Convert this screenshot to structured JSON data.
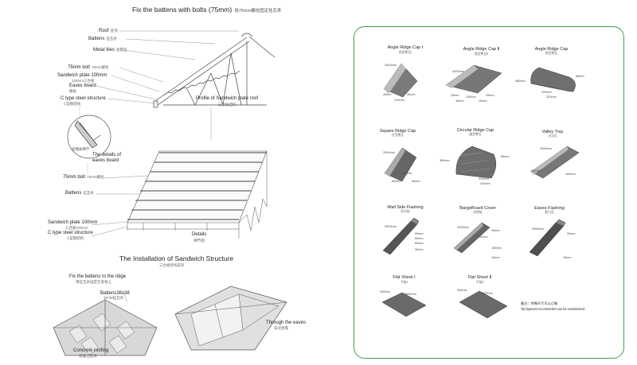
{
  "left": {
    "title": "Fix the battens with bolts (75mm)",
    "title_cn": "用75mm螺栓固定挂瓦条",
    "top_labels": [
      {
        "en": "Roof",
        "cn": "屋顶"
      },
      {
        "en": "Battens",
        "cn": "挂瓦条"
      },
      {
        "en": "Metal tiles",
        "cn": "金属瓦"
      },
      {
        "en": "75mm bolt",
        "cn": "75mm螺栓"
      },
      {
        "en": "Sandwich plate 100mm",
        "cn": "100mm三合板"
      },
      {
        "en": "Eaves board",
        "cn": "檐板"
      },
      {
        "en": "C type steel structure",
        "cn": "C型钢结构"
      }
    ],
    "profile_label": "Profile of Sandwich plate roof",
    "profile_label_cn": "三合板结构",
    "detail_cn": "屋檐板细节",
    "detail_label": "The details of eaves board",
    "mid_labels": [
      {
        "en": "75mm bolt",
        "cn": "75mm螺栓"
      },
      {
        "en": "Battens",
        "cn": "挂瓦条"
      },
      {
        "en": "Sandwich plate 100mm",
        "cn": "三合板100mm"
      },
      {
        "en": "C type steel structure",
        "cn": "C型钢结构"
      }
    ],
    "details_label": "Details",
    "details_cn": "细节图",
    "install_title": "The Installation of Sandwich Structure",
    "install_cn": "三合板结构安装",
    "ridge_label": "Fix the battens to the ridge",
    "ridge_cn": "用挂瓦条固定在屋脊上",
    "battens_size": "Battens38x38",
    "battens_size_cn": "38*38挂瓦条",
    "concrete_label": "Concrete roofing",
    "concrete_cn": "混凝土屋顶",
    "eaves_label": "Through the eaves",
    "eaves_cn": "穿过屋檐"
  },
  "products": [
    {
      "en": "Angle Ridge Cap Ⅰ",
      "cn": "角型脊瓦Ⅰ",
      "dims": [
        "2000mm",
        "40mm",
        "40mm",
        "120mm"
      ]
    },
    {
      "en": "Angle Ridge Cap Ⅱ",
      "cn": "角型脊瓦Ⅱ",
      "dims": [
        "2000mm",
        "25mm",
        "130mm",
        "25mm",
        "10mm",
        "10mm"
      ]
    },
    {
      "en": "Angle Ridge Cap",
      "cn": "角型脊瓦",
      "dims": [
        "380mm",
        "60mm",
        "420mm",
        "320mm"
      ]
    },
    {
      "en": "Square Ridge Cap",
      "cn": "方型脊瓦",
      "dims": [
        "2000mm",
        "60mm",
        "60mm",
        "60mm"
      ]
    },
    {
      "en": "Circular Ridge Cap",
      "cn": "圆型脊瓦",
      "dims": [
        "380mm",
        "65mm",
        "320mm",
        "420mm"
      ]
    },
    {
      "en": "Valley Tray",
      "cn": "天沟瓦",
      "dims": [
        "2000mm",
        "150mm",
        "100mm"
      ]
    },
    {
      "en": "Wall Side Flashing",
      "cn": "挡水板",
      "dims": [
        "2000mm",
        "50mm",
        "60mm",
        "80mm",
        "30mm"
      ]
    },
    {
      "en": "BargeBoard Cover",
      "cn": "封檐板",
      "dims": [
        "2000mm",
        "40mm",
        "20mm",
        "150mm",
        "10mm"
      ]
    },
    {
      "en": "Eaves Flashing",
      "cn": "檐口瓦",
      "dims": [
        "2000mm",
        "20mm",
        "10mm"
      ]
    },
    {
      "en": "Flat Sheet Ⅰ",
      "cn": "平板Ⅰ",
      "dims": [
        "400mm",
        "2000mm"
      ]
    },
    {
      "en": "Flat Sheet Ⅱ",
      "cn": "平板Ⅱ",
      "dims": [
        "400mm",
        "1400mm"
      ]
    }
  ],
  "note_cn": "备注：特殊尺寸可以订做",
  "note_en": "Tip:Special Accessories can be customized"
}
